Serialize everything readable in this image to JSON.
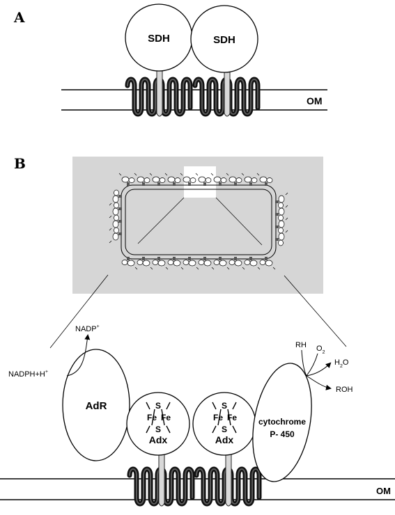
{
  "panel_a": {
    "letter": "A",
    "protein_left": "SDH",
    "protein_right": "SDH",
    "membrane_label": "OM"
  },
  "panel_b": {
    "letter": "B",
    "adr_label": "AdR",
    "adx_left": {
      "s_top": "S",
      "fe_left": "Fe",
      "fe_right": "Fe",
      "s_bottom": "S",
      "name": "Adx"
    },
    "adx_right": {
      "s_top": "S",
      "fe_left": "Fe",
      "fe_right": "Fe",
      "s_bottom": "S",
      "name": "Adx"
    },
    "p450_line1": "cytochrome",
    "p450_line2": "P- 450",
    "nadp_label": "NADP",
    "nadp_sup": "+",
    "nadph_label": "NADPH+H",
    "nadph_sup": "+",
    "rh_label": "RH",
    "o2_label": "O",
    "o2_sub": "2",
    "h2o_label_h": "H",
    "h2o_sub": "2",
    "h2o_label_o": "O",
    "roh_label": "ROH",
    "membrane_label": "OM"
  },
  "colors": {
    "inset_background": "#d6d6d6",
    "stalk": "#d9d9d9"
  }
}
